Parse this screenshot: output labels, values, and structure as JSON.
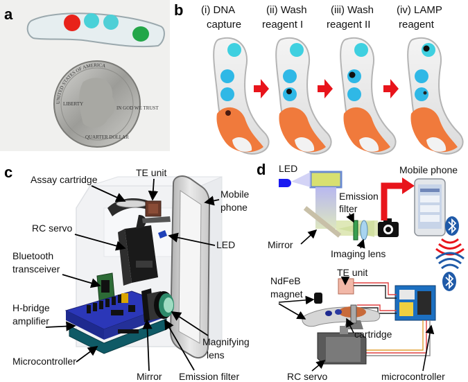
{
  "panels": {
    "a": {
      "letter": "a",
      "coin": {
        "top_text": "UNITED STATES OF AMERICA",
        "left_text": "LIBERTY",
        "bottom_text": "QUARTER DOLLAR",
        "motto": "IN GOD WE TRUST"
      }
    },
    "b": {
      "letter": "b",
      "steps": [
        {
          "line1": "(i) DNA",
          "line2": "capture"
        },
        {
          "line1": "(ii) Wash",
          "line2": "reagent I"
        },
        {
          "line1": "(iii) Wash",
          "line2": "reagent II"
        },
        {
          "line1": "(iv) LAMP",
          "line2": "reagent"
        }
      ]
    },
    "c": {
      "letter": "c",
      "labels": {
        "assay_cartridge": "Assay cartridge",
        "te_unit": "TE unit",
        "mobile_phone_1": "Mobile",
        "mobile_phone_2": "phone",
        "rc_servo": "RC servo",
        "led": "LED",
        "bluetooth_1": "Bluetooth",
        "bluetooth_2": "transceiver",
        "hbridge_1": "H-bridge",
        "hbridge_2": "amplifier",
        "microcontroller": "Microcontroller",
        "mirror": "Mirror",
        "emission_filter": "Emission filter",
        "magnifying_1": "Magnifying",
        "magnifying_2": "lens"
      }
    },
    "d": {
      "letter": "d",
      "labels": {
        "led": "LED",
        "mobile_phone": "Mobile phone",
        "emission_1": "Emission",
        "emission_2": "filter",
        "mirror": "Mirror",
        "imaging_lens": "Imaging lens",
        "te_unit": "TE unit",
        "ndfeb_1": "NdFeB",
        "ndfeb_2": "magnet",
        "cartridge": "cartridge",
        "rc_servo": "RC servo",
        "microcontroller": "microcontroller"
      }
    }
  },
  "colors": {
    "red_arrow": "#e8141b",
    "bluetooth": "#1f5aa8",
    "cyan_well": "#3fd0e0",
    "orange_well": "#f07a3c",
    "green_well": "#2fae4a"
  }
}
